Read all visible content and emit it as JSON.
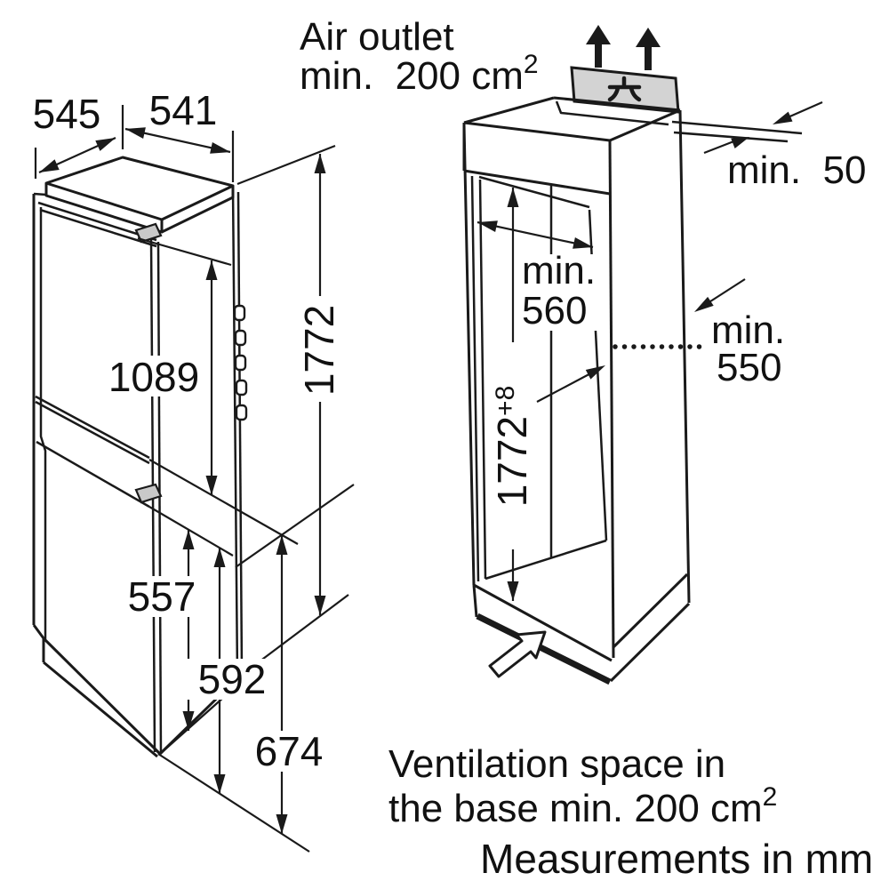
{
  "diagram": {
    "left_view": {
      "depth": "545",
      "width": "541",
      "upper_door_height": "1089",
      "appliance_height": "1772",
      "dim_557": "557",
      "dim_592": "592",
      "dim_674": "674"
    },
    "right_view": {
      "air_outlet_line1": "Air outlet",
      "air_outlet_value": "min.  200 cm",
      "air_outlet_sup": "2",
      "top_clearance_label": "min.  50",
      "niche_depth_label_1": "min.",
      "niche_depth_label_2": "550",
      "niche_width_label_1": "min.",
      "niche_width_label_2": "560",
      "niche_height": "1772",
      "niche_height_tolerance": "+8"
    },
    "footer": {
      "ventilation_line1": "Ventilation space in",
      "ventilation_line2": "the base min. 200 cm",
      "ventilation_sup": "2",
      "units_note": "Measurements in mm"
    },
    "colors": {
      "line": "#1a1a1a",
      "panel_fill": "#d3d3d3",
      "handle_fill": "#c9c9c9",
      "background": "#ffffff"
    }
  }
}
